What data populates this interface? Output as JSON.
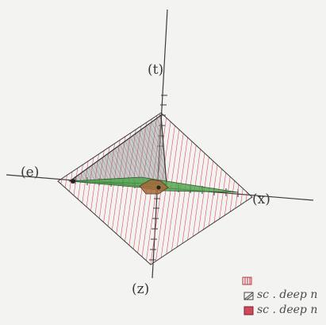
{
  "axes": {
    "top_label": "(t)",
    "left_label": "(e)",
    "right_label": "(x)",
    "bottom_label": "(z)"
  },
  "legend": {
    "items": [
      {
        "symbol": "red-hatch-swatch",
        "text": ""
      },
      {
        "symbol": "gray-hatch-swatch",
        "text": "sc . deep n"
      },
      {
        "symbol": "pink-swatch",
        "text": "sc . deep n"
      }
    ]
  },
  "colors": {
    "paper": "#f3f4f2",
    "pencil": "#3b3b3b",
    "red_hatch": "#e03a4a",
    "gray_fill": "#8c8c8c",
    "green_fill": "#3f9b3f",
    "brown_fill": "#a5683a"
  }
}
